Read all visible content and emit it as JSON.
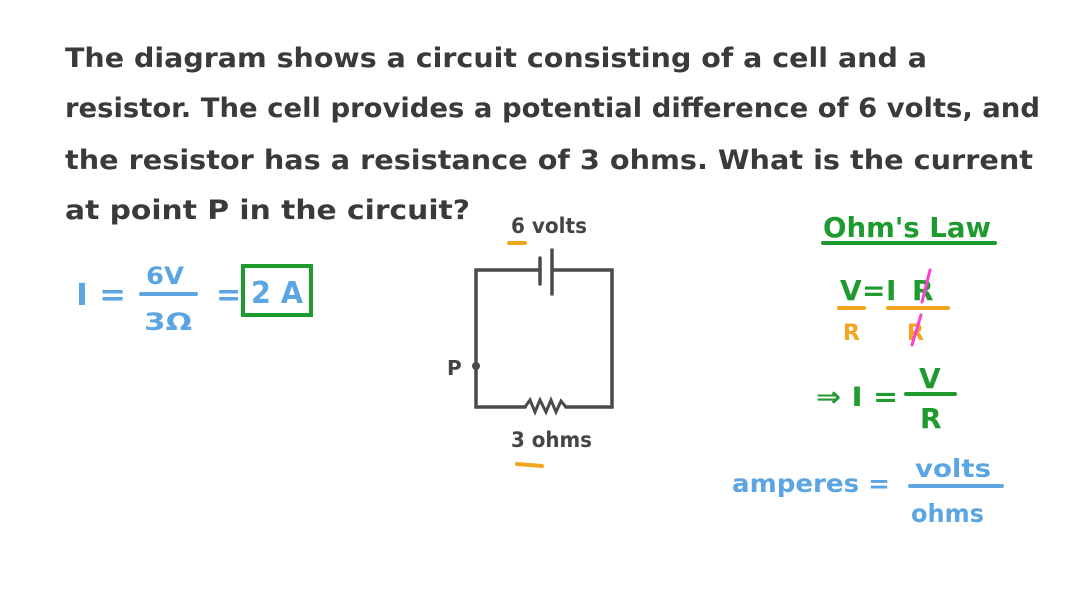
{
  "question": {
    "lines": [
      "The diagram shows a circuit consisting of a cell and a",
      "resistor. The cell provides a potential difference of 6 volts, and",
      "the resistor has a resistance of 3 ohms.  What is the current",
      "at point P in the circuit?"
    ]
  },
  "circuit": {
    "cell_label": "6 volts",
    "resistor_label": "3 ohms",
    "point_label": "P"
  },
  "working": {
    "lhs": "I =",
    "numerator": "6V",
    "denominator": "3Ω",
    "equals": "=",
    "answer": "2 A"
  },
  "ohms_law": {
    "title": "Ohm's Law",
    "eq_v": "V",
    "eq_equals": "=",
    "eq_i": "I",
    "eq_r": "R",
    "divide_left": "R",
    "divide_right": "R",
    "rearranged_lhs": "⇒ I =",
    "rearranged_num": "V",
    "rearranged_den": "R",
    "units_lhs": "amperes =",
    "units_num": "volts",
    "units_den": "ohms"
  },
  "colors": {
    "text": "#3a3a3a",
    "blue": "#5aa5e2",
    "green": "#1f9a2e",
    "orange": "#f2a51f",
    "magenta": "#ff3dd0"
  }
}
